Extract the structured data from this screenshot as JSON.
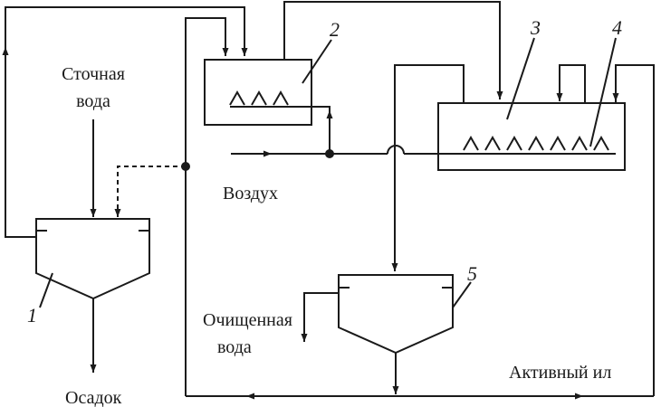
{
  "labels": {
    "wastewater_line1": "Сточная",
    "wastewater_line2": "вода",
    "air": "Воздух",
    "treated_line1": "Очищенная",
    "treated_line2": "вода",
    "activated_sludge": "Активный ил",
    "sediment": "Осадок"
  },
  "numbers": {
    "n1": "1",
    "n2": "2",
    "n3": "3",
    "n4": "4",
    "n5": "5"
  },
  "colors": {
    "line": "#1a1a1a",
    "background": "#ffffff"
  }
}
